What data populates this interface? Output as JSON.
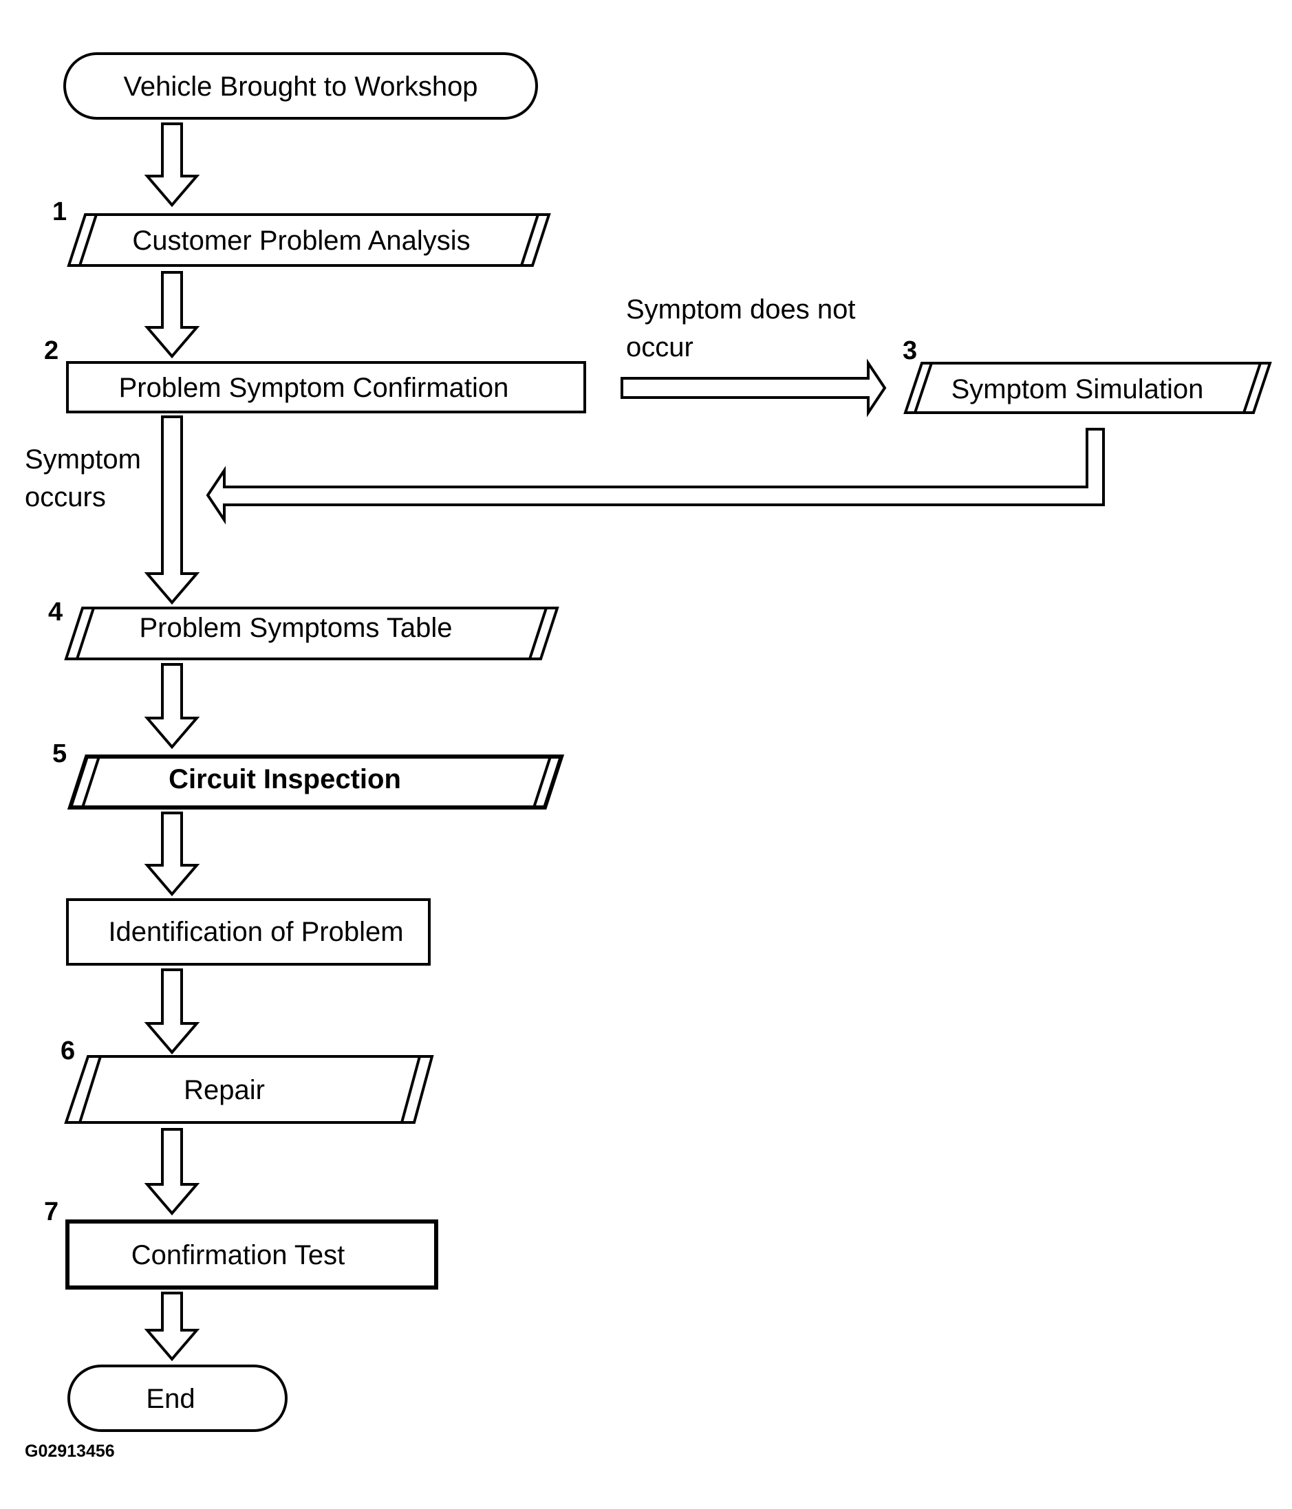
{
  "nodes": {
    "start": {
      "label": "Vehicle Brought to Workshop"
    },
    "customer_problem_analysis": {
      "number": "1",
      "label": "Customer Problem Analysis"
    },
    "problem_symptom_confirmation": {
      "number": "2",
      "label": "Problem Symptom Confirmation"
    },
    "symptom_simulation": {
      "number": "3",
      "label": "Symptom Simulation"
    },
    "problem_symptoms_table": {
      "number": "4",
      "label": "Problem Symptoms Table"
    },
    "circuit_inspection": {
      "number": "5",
      "label": "Circuit Inspection"
    },
    "identification_of_problem": {
      "label": "Identification of Problem"
    },
    "repair": {
      "number": "6",
      "label": "Repair"
    },
    "confirmation_test": {
      "number": "7",
      "label": "Confirmation Test"
    },
    "end": {
      "label": "End"
    }
  },
  "edge_labels": {
    "symptom_does_not_occur_line1": "Symptom does not",
    "symptom_does_not_occur_line2": "occur",
    "symptom_occurs_line1": "Symptom",
    "symptom_occurs_line2": "occurs"
  },
  "figure_id": "G02913456"
}
